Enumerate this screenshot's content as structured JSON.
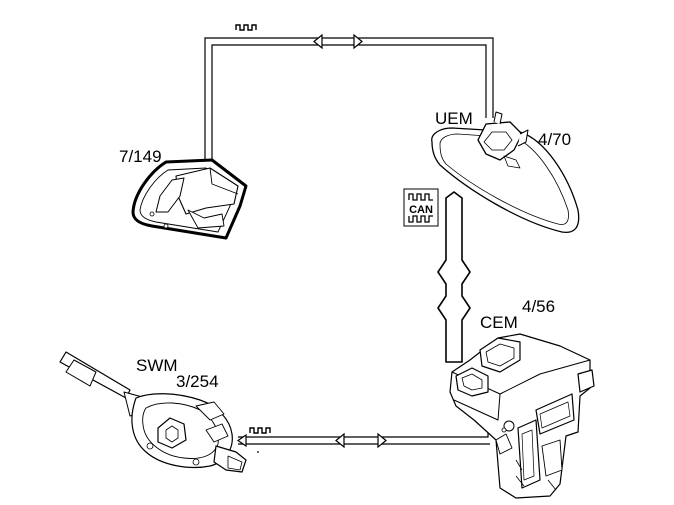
{
  "components": {
    "uem": {
      "name": "UEM",
      "ref": "4/70"
    },
    "cem": {
      "name": "CEM",
      "ref": "4/56"
    },
    "swm": {
      "name": "SWM",
      "ref": "3/254"
    },
    "sensor": {
      "ref": "7/149"
    }
  },
  "bus_badge": {
    "label": "CAN"
  },
  "colors": {
    "line": "#000000",
    "background": "#ffffff"
  }
}
